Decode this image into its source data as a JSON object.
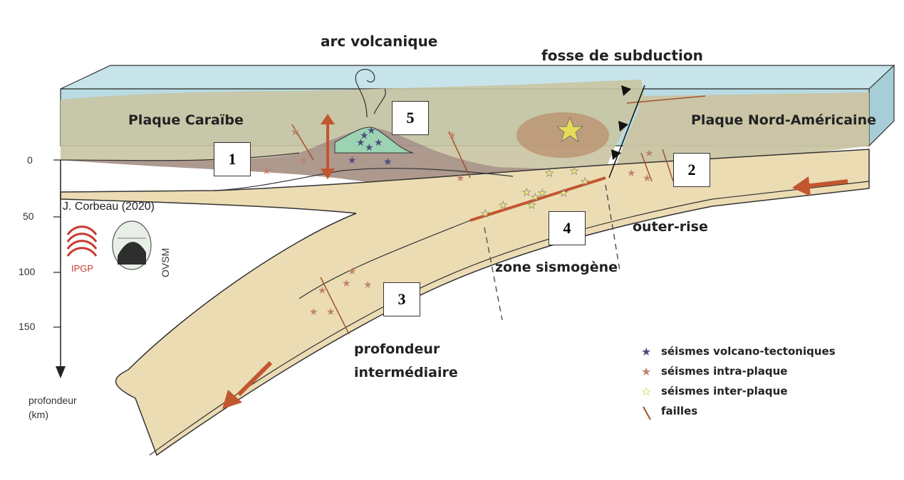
{
  "labels": {
    "arc": "arc volcanique",
    "trench": "fosse de subduction",
    "caribbean": "Plaque Caraïbe",
    "north_american": "Plaque Nord-Américaine",
    "outer_rise": "outer-rise",
    "seismogenic": "zone sismogène",
    "intermediate_1": "profondeur",
    "intermediate_2": "intermédiaire",
    "depth_axis_1": "profondeur",
    "depth_axis_2": "(km)"
  },
  "depth_ticks": [
    "0",
    "50",
    "100",
    "150"
  ],
  "credit": "J. Corbeau (2020)",
  "logos": {
    "ipgp": "IPGP",
    "ovsm": "OVSM"
  },
  "numbered_boxes": [
    "1",
    "2",
    "3",
    "4",
    "5"
  ],
  "legend": [
    {
      "symbol": "★",
      "color": "#4a4f7a",
      "text": "séismes volcano-tectoniques"
    },
    {
      "symbol": "★",
      "color": "#c0846a",
      "text": "séismes intra-plaque"
    },
    {
      "symbol": "☆",
      "color": "#c4b800",
      "text": "séismes inter-plaque"
    },
    {
      "symbol": "╲",
      "color": "#a0522d",
      "text": "failles"
    }
  ],
  "colors": {
    "ocean": "#b9dbe3",
    "crust": "#c9c4a2",
    "mantle": "#a99488",
    "slab": "#ecdcb4",
    "arrow": "#c2562f",
    "volcano": "#9bd3b3"
  }
}
